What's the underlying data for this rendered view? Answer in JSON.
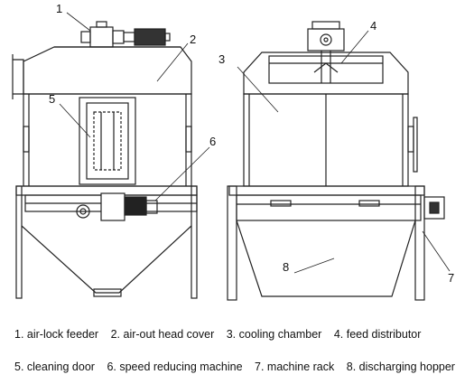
{
  "callouts": [
    "1",
    "2",
    "3",
    "4",
    "5",
    "6",
    "7",
    "8"
  ],
  "legend": {
    "row1": [
      "1. air-lock feeder",
      "2. air-out head cover",
      "3. cooling chamber",
      "4. feed distributor"
    ],
    "row2": [
      "5. cleaning door",
      "6. speed reducing machine",
      "7. machine rack",
      "8. discharging hopper"
    ]
  }
}
